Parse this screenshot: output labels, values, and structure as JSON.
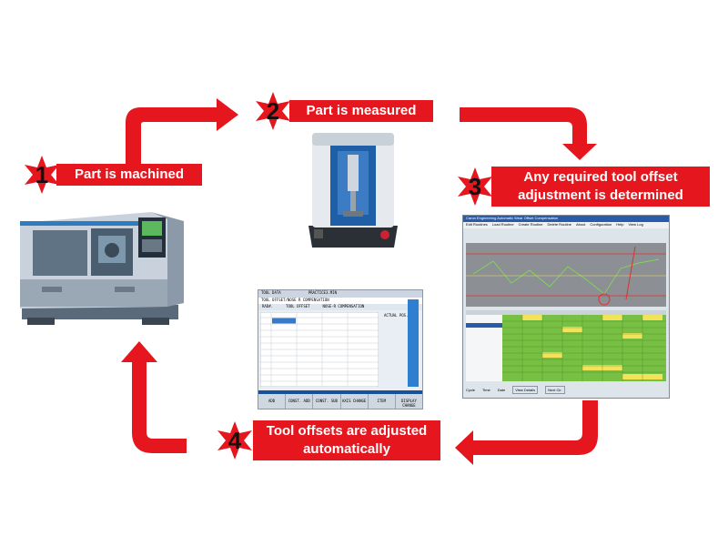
{
  "steps": [
    {
      "num": "1",
      "label": "Part is machined"
    },
    {
      "num": "2",
      "label": "Part is measured"
    },
    {
      "num": "3",
      "line1": "Any required tool offset",
      "line2": "adjustment is determined"
    },
    {
      "num": "4",
      "line1": "Tool offsets are adjusted",
      "line2": "automatically"
    }
  ],
  "colors": {
    "arrow": "#e5161d",
    "star": "#e5161d",
    "label_text": "#ffffff"
  },
  "cnc_screen": {
    "title_left": "TOOL DATA",
    "title_mid": "PRACTICE3.MIN",
    "subtitle": "TOOL OFFSET/NOSE R COMPENSATION",
    "col_headers": [
      "RAD#.",
      "TOOL OFFSET",
      "NOSE-R COMPENSATION"
    ],
    "actual_pos": "ACTUAL POS.",
    "softkeys": [
      "ADD",
      "CONST. ADD",
      "CONST. SUB",
      "AXIS CHANGE",
      "ITEM",
      "DISPLAY CHANGE"
    ]
  },
  "software_window": {
    "title": "Caron Engineering Automatic Wear Offset Compensation",
    "menu": [
      "Edit Routines",
      "Load Routine",
      "Create Routine",
      "Delete Routine",
      "About",
      "Configuration",
      "Help",
      "View Log"
    ],
    "bottom_tabs": [
      "Cycle",
      "Time",
      "Date"
    ],
    "bottom_buttons": [
      "View Details",
      "Next Cir."
    ]
  },
  "icons": [
    "lathe-machine-image",
    "measuring-gauge-image",
    "cnc-control-screen-image",
    "offset-software-screenshot-image",
    "star-icon",
    "arrow-icon"
  ]
}
